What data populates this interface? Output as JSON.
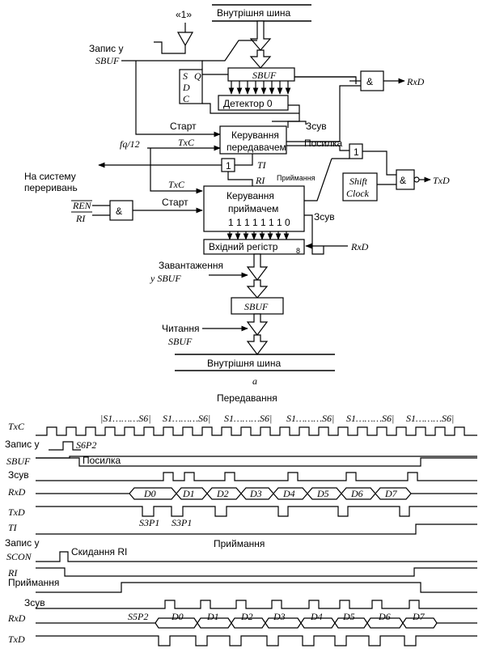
{
  "block": {
    "internal_bus_top": "Внутрішня шина",
    "internal_bus_bottom": "Внутрішня шина",
    "one_literal": "«1»",
    "write_sbuf_1": "Запис у",
    "write_sbuf_2": "SBUF",
    "sbuf_tx": "SBUF",
    "ff_s": "S",
    "ff_d": "D",
    "ff_c": "C",
    "ff_q": "Q",
    "detector": "Детектор 0",
    "and_rxd": "&",
    "rxd_out": "RxD",
    "start_tx": "Старт",
    "shift_tx": "Зсув",
    "tx_ctrl_1": "Керування",
    "tx_ctrl_2": "передавачем",
    "posylka": "Посилка",
    "fosc": "fq/12",
    "txc_1": "TxC",
    "or_1": "1",
    "ti": "TI",
    "or_2": "1",
    "interrupt_1": "На систему",
    "interrupt_2": "переривань",
    "ri_sig": "RI",
    "pryimannia_small": "Приймання",
    "shift_clock_1": "Shift",
    "shift_clock_2": "Clock",
    "and_txd": "&",
    "txd_out": "TxD",
    "txc_2": "TxC",
    "start_rx": "Старт",
    "ren": "REN",
    "ri_in": "RI",
    "and_rx": "&",
    "rx_ctrl_1": "Керування",
    "rx_ctrl_2": "приймачем",
    "bits": "1 1 1 1 1 1 1 0",
    "shift_rx": "Зсув",
    "input_reg": "Вхідний регістр",
    "input_reg_sub": "8",
    "rxd_in": "RxD",
    "load_1": "Завантаження",
    "load_2": "у SBUF",
    "sbuf_rx": "SBUF",
    "read_1": "Читання",
    "read_2": "SBUF",
    "fig_label": "а"
  },
  "timing": {
    "tx_title": "Передавання",
    "rx_title": "Приймання",
    "states": [
      "|S1………S6|",
      "S1………S6|",
      "S1………S6|",
      "S1………S6|",
      "S1………S6|",
      "S1………S6|"
    ],
    "sig_txc": "TxC",
    "sig_write_sbuf_1": "Запис у",
    "sig_write_sbuf_2": "SBUF",
    "s6p2": "S6P2",
    "posylka": "Посилка",
    "sig_shift_tx": "Зсув",
    "sig_rxd_tx": "RxD",
    "data_bits_tx": [
      "D0",
      "D1",
      "D2",
      "D3",
      "D4",
      "D5",
      "D6",
      "D7"
    ],
    "sig_txd": "TxD",
    "s3p1_a": "S3P1",
    "s3p1_b": "S3P1",
    "sig_ti": "TI",
    "sig_write_scon_1": "Запис у",
    "sig_write_scon_2": "SCON",
    "reset_ri": "Скидання RI",
    "sig_ri": "RI",
    "sig_pryimannia": "Приймання",
    "sig_shift_rx": "Зсув",
    "sig_rxd_rx": "RxD",
    "s5p2": "S5P2",
    "data_bits_rx": [
      "D0",
      "D1",
      "D2",
      "D3",
      "D4",
      "D5",
      "D6",
      "D7"
    ],
    "sig_txd_rx": "TxD"
  }
}
